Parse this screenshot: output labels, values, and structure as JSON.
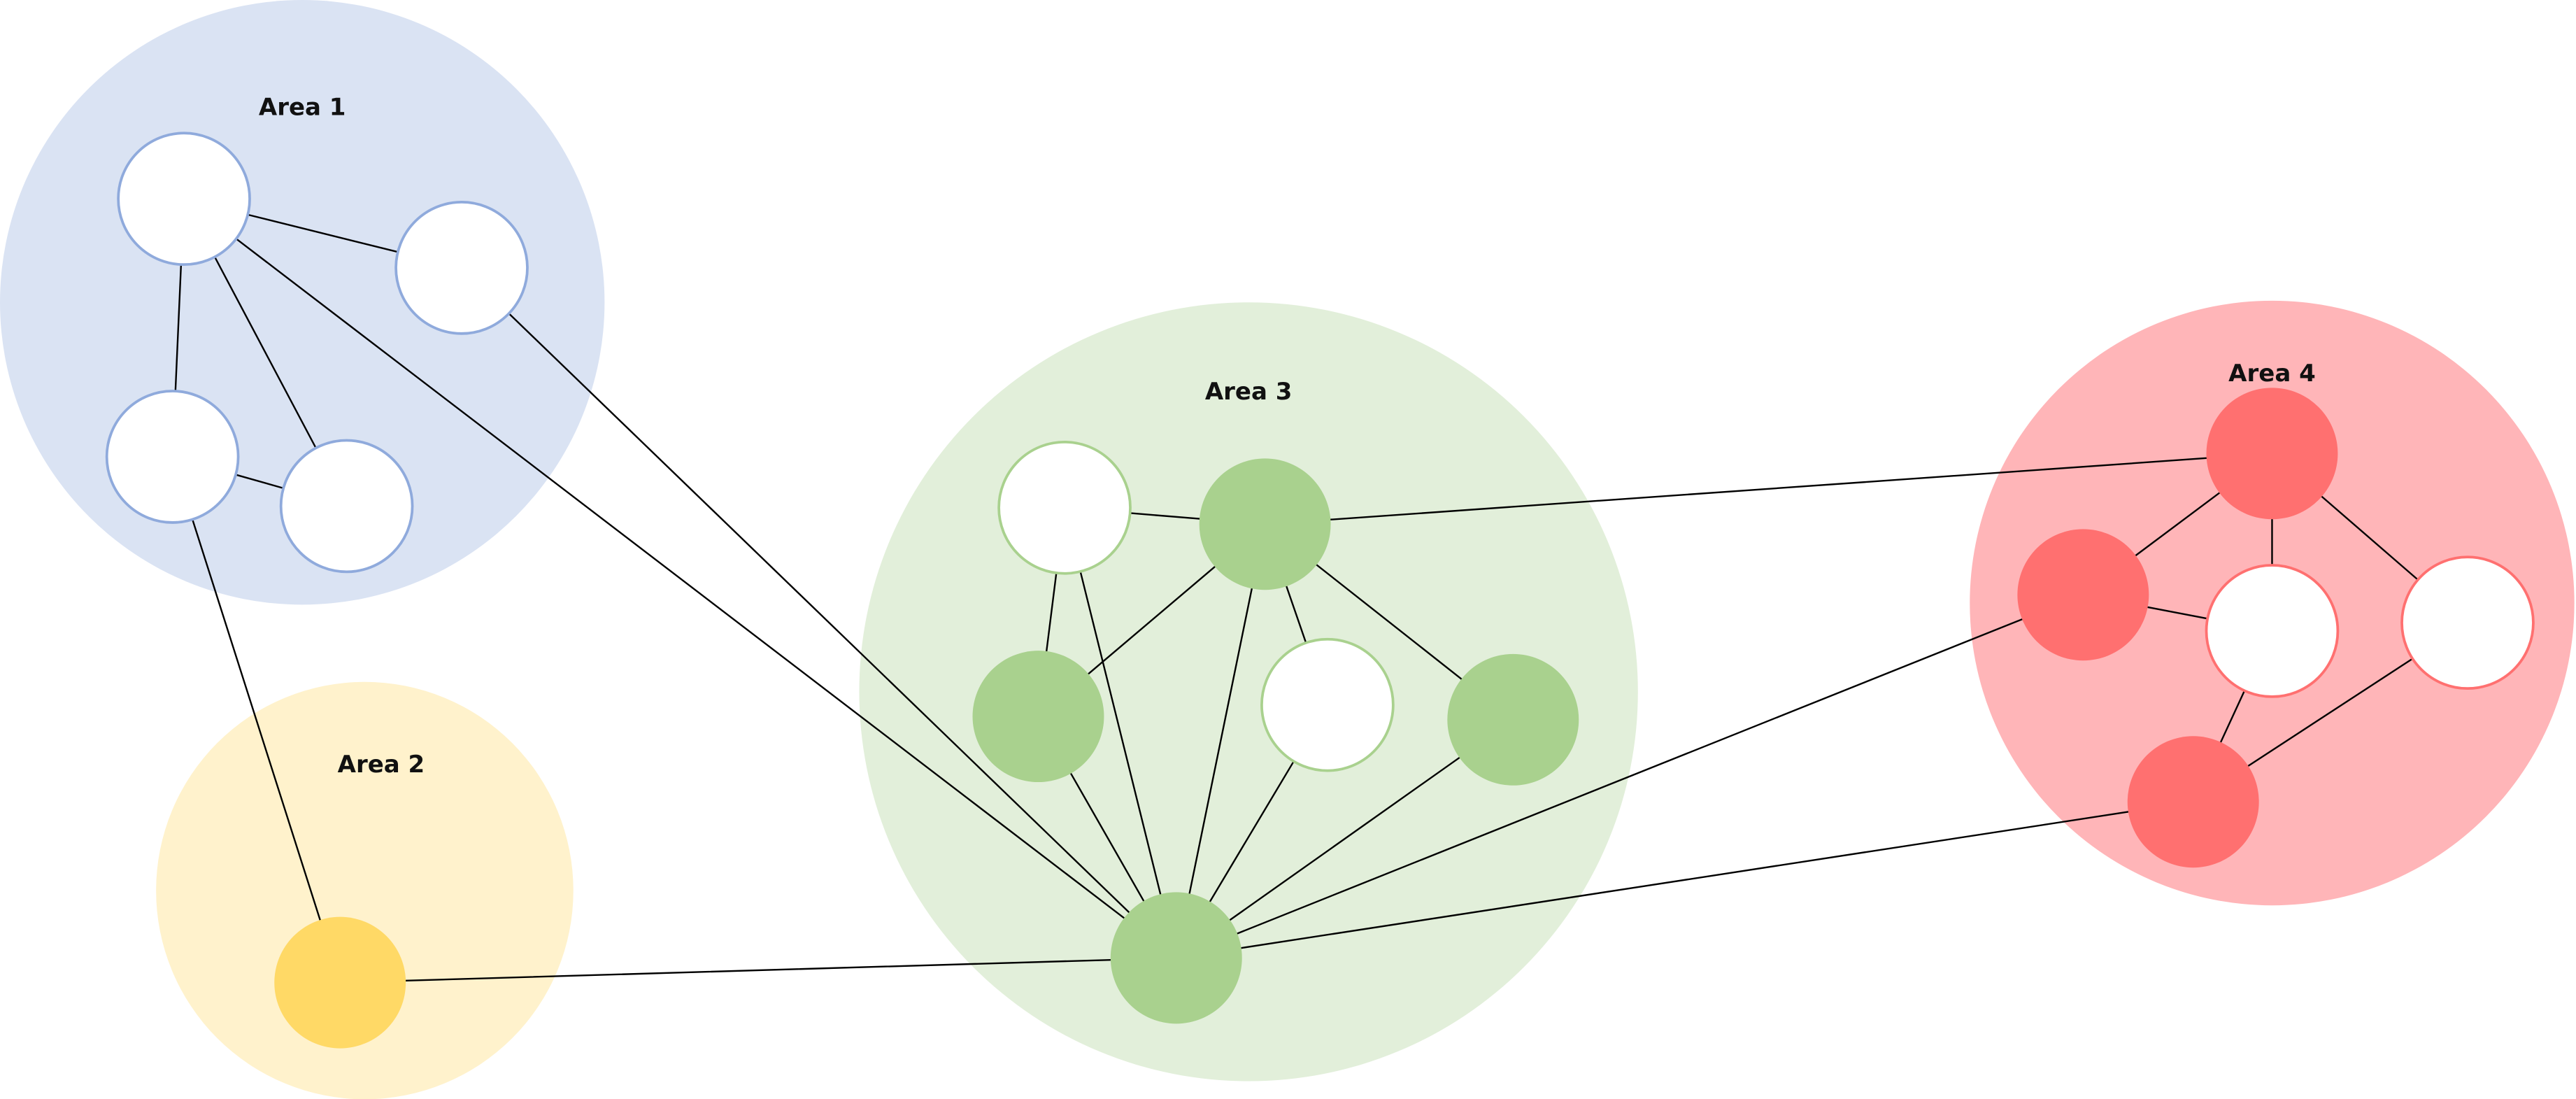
{
  "areas": [
    {
      "id": "area1",
      "label": "Area 1",
      "fill": "#DAE3F3",
      "node_stroke": "#8FAADC",
      "node_fill": "#4472C4"
    },
    {
      "id": "area2",
      "label": "Area 2",
      "fill": "#FFF2CC",
      "node_stroke": "#FFD966",
      "node_fill": "#FFD966"
    },
    {
      "id": "area3",
      "label": "Area 3",
      "fill": "#E2EFDA",
      "node_stroke": "#A9D18E",
      "node_fill": "#A9D18E"
    },
    {
      "id": "area4",
      "label": "Area 4",
      "fill": "#FFB5B8",
      "node_stroke": "#FF7070",
      "node_fill": "#FF7070"
    }
  ],
  "nodes": [
    {
      "id": "a1n1",
      "area": "area1",
      "filled": false
    },
    {
      "id": "a1n2",
      "area": "area1",
      "filled": false
    },
    {
      "id": "a1n3",
      "area": "area1",
      "filled": false
    },
    {
      "id": "a1n4",
      "area": "area1",
      "filled": false
    },
    {
      "id": "a2n1",
      "area": "area2",
      "filled": true
    },
    {
      "id": "a3n1",
      "area": "area3",
      "filled": false
    },
    {
      "id": "a3n2",
      "area": "area3",
      "filled": true
    },
    {
      "id": "a3n3",
      "area": "area3",
      "filled": true
    },
    {
      "id": "a3n4",
      "area": "area3",
      "filled": false
    },
    {
      "id": "a3n5",
      "area": "area3",
      "filled": true
    },
    {
      "id": "a3hub",
      "area": "area3",
      "filled": true
    },
    {
      "id": "a4n1",
      "area": "area4",
      "filled": true
    },
    {
      "id": "a4n2",
      "area": "area4",
      "filled": true
    },
    {
      "id": "a4n3",
      "area": "area4",
      "filled": false
    },
    {
      "id": "a4n4",
      "area": "area4",
      "filled": false
    },
    {
      "id": "a4n5",
      "area": "area4",
      "filled": true
    }
  ],
  "edges": [
    [
      "a1n1",
      "a1n2"
    ],
    [
      "a1n1",
      "a1n3"
    ],
    [
      "a1n1",
      "a1n4"
    ],
    [
      "a1n3",
      "a1n4"
    ],
    [
      "a1n1",
      "a3hub"
    ],
    [
      "a1n2",
      "a3hub"
    ],
    [
      "a1n3",
      "a2n1"
    ],
    [
      "a2n1",
      "a3hub"
    ],
    [
      "a3n1",
      "a3n2"
    ],
    [
      "a3n1",
      "a3n3"
    ],
    [
      "a3n1",
      "a3hub"
    ],
    [
      "a3n2",
      "a3n3"
    ],
    [
      "a3n2",
      "a3n4"
    ],
    [
      "a3n2",
      "a3n5"
    ],
    [
      "a3n2",
      "a3hub"
    ],
    [
      "a3n3",
      "a3hub"
    ],
    [
      "a3n4",
      "a3hub"
    ],
    [
      "a3n5",
      "a3hub"
    ],
    [
      "a3n2",
      "a4n1"
    ],
    [
      "a3hub",
      "a4n2"
    ],
    [
      "a3hub",
      "a4n5"
    ],
    [
      "a4n1",
      "a4n2"
    ],
    [
      "a4n1",
      "a4n3"
    ],
    [
      "a4n1",
      "a4n4"
    ],
    [
      "a4n2",
      "a4n3"
    ],
    [
      "a4n3",
      "a4n5"
    ],
    [
      "a4n4",
      "a4n5"
    ]
  ]
}
